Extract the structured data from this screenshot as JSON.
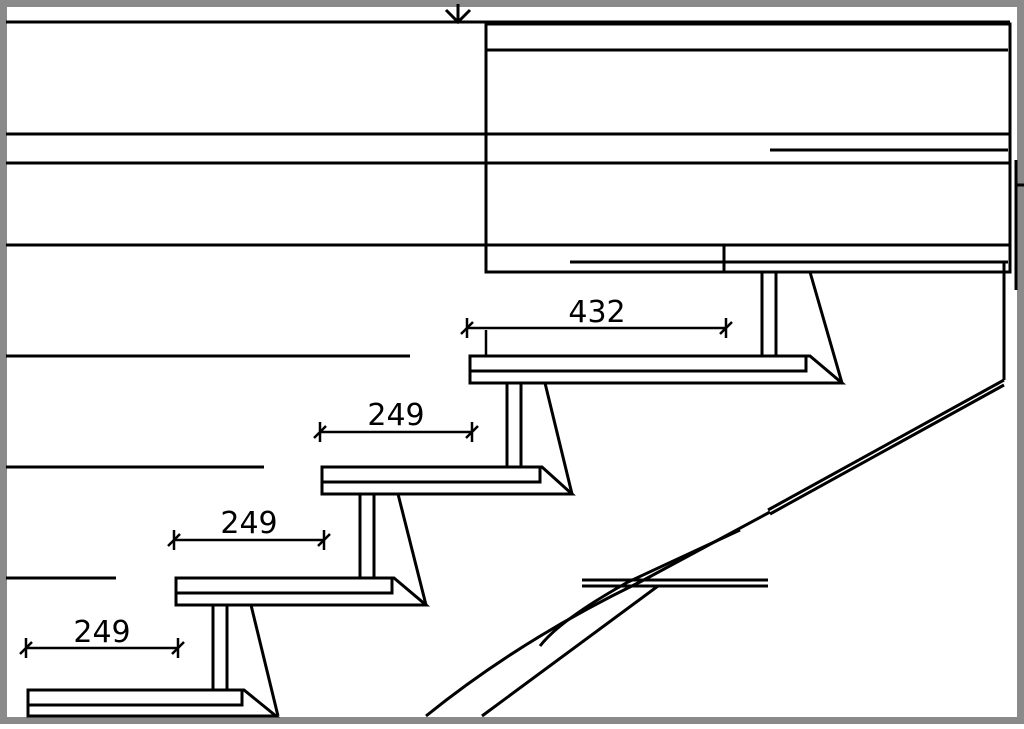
{
  "drawing": {
    "line_color": "#000000",
    "frame_color": "#8a8a8a",
    "background": "#ffffff"
  },
  "dimensions": [
    {
      "id": "dim-top",
      "label": "432"
    },
    {
      "id": "dim-step-2",
      "label": "249"
    },
    {
      "id": "dim-step-3",
      "label": "249"
    },
    {
      "id": "dim-step-4",
      "label": "249"
    }
  ]
}
